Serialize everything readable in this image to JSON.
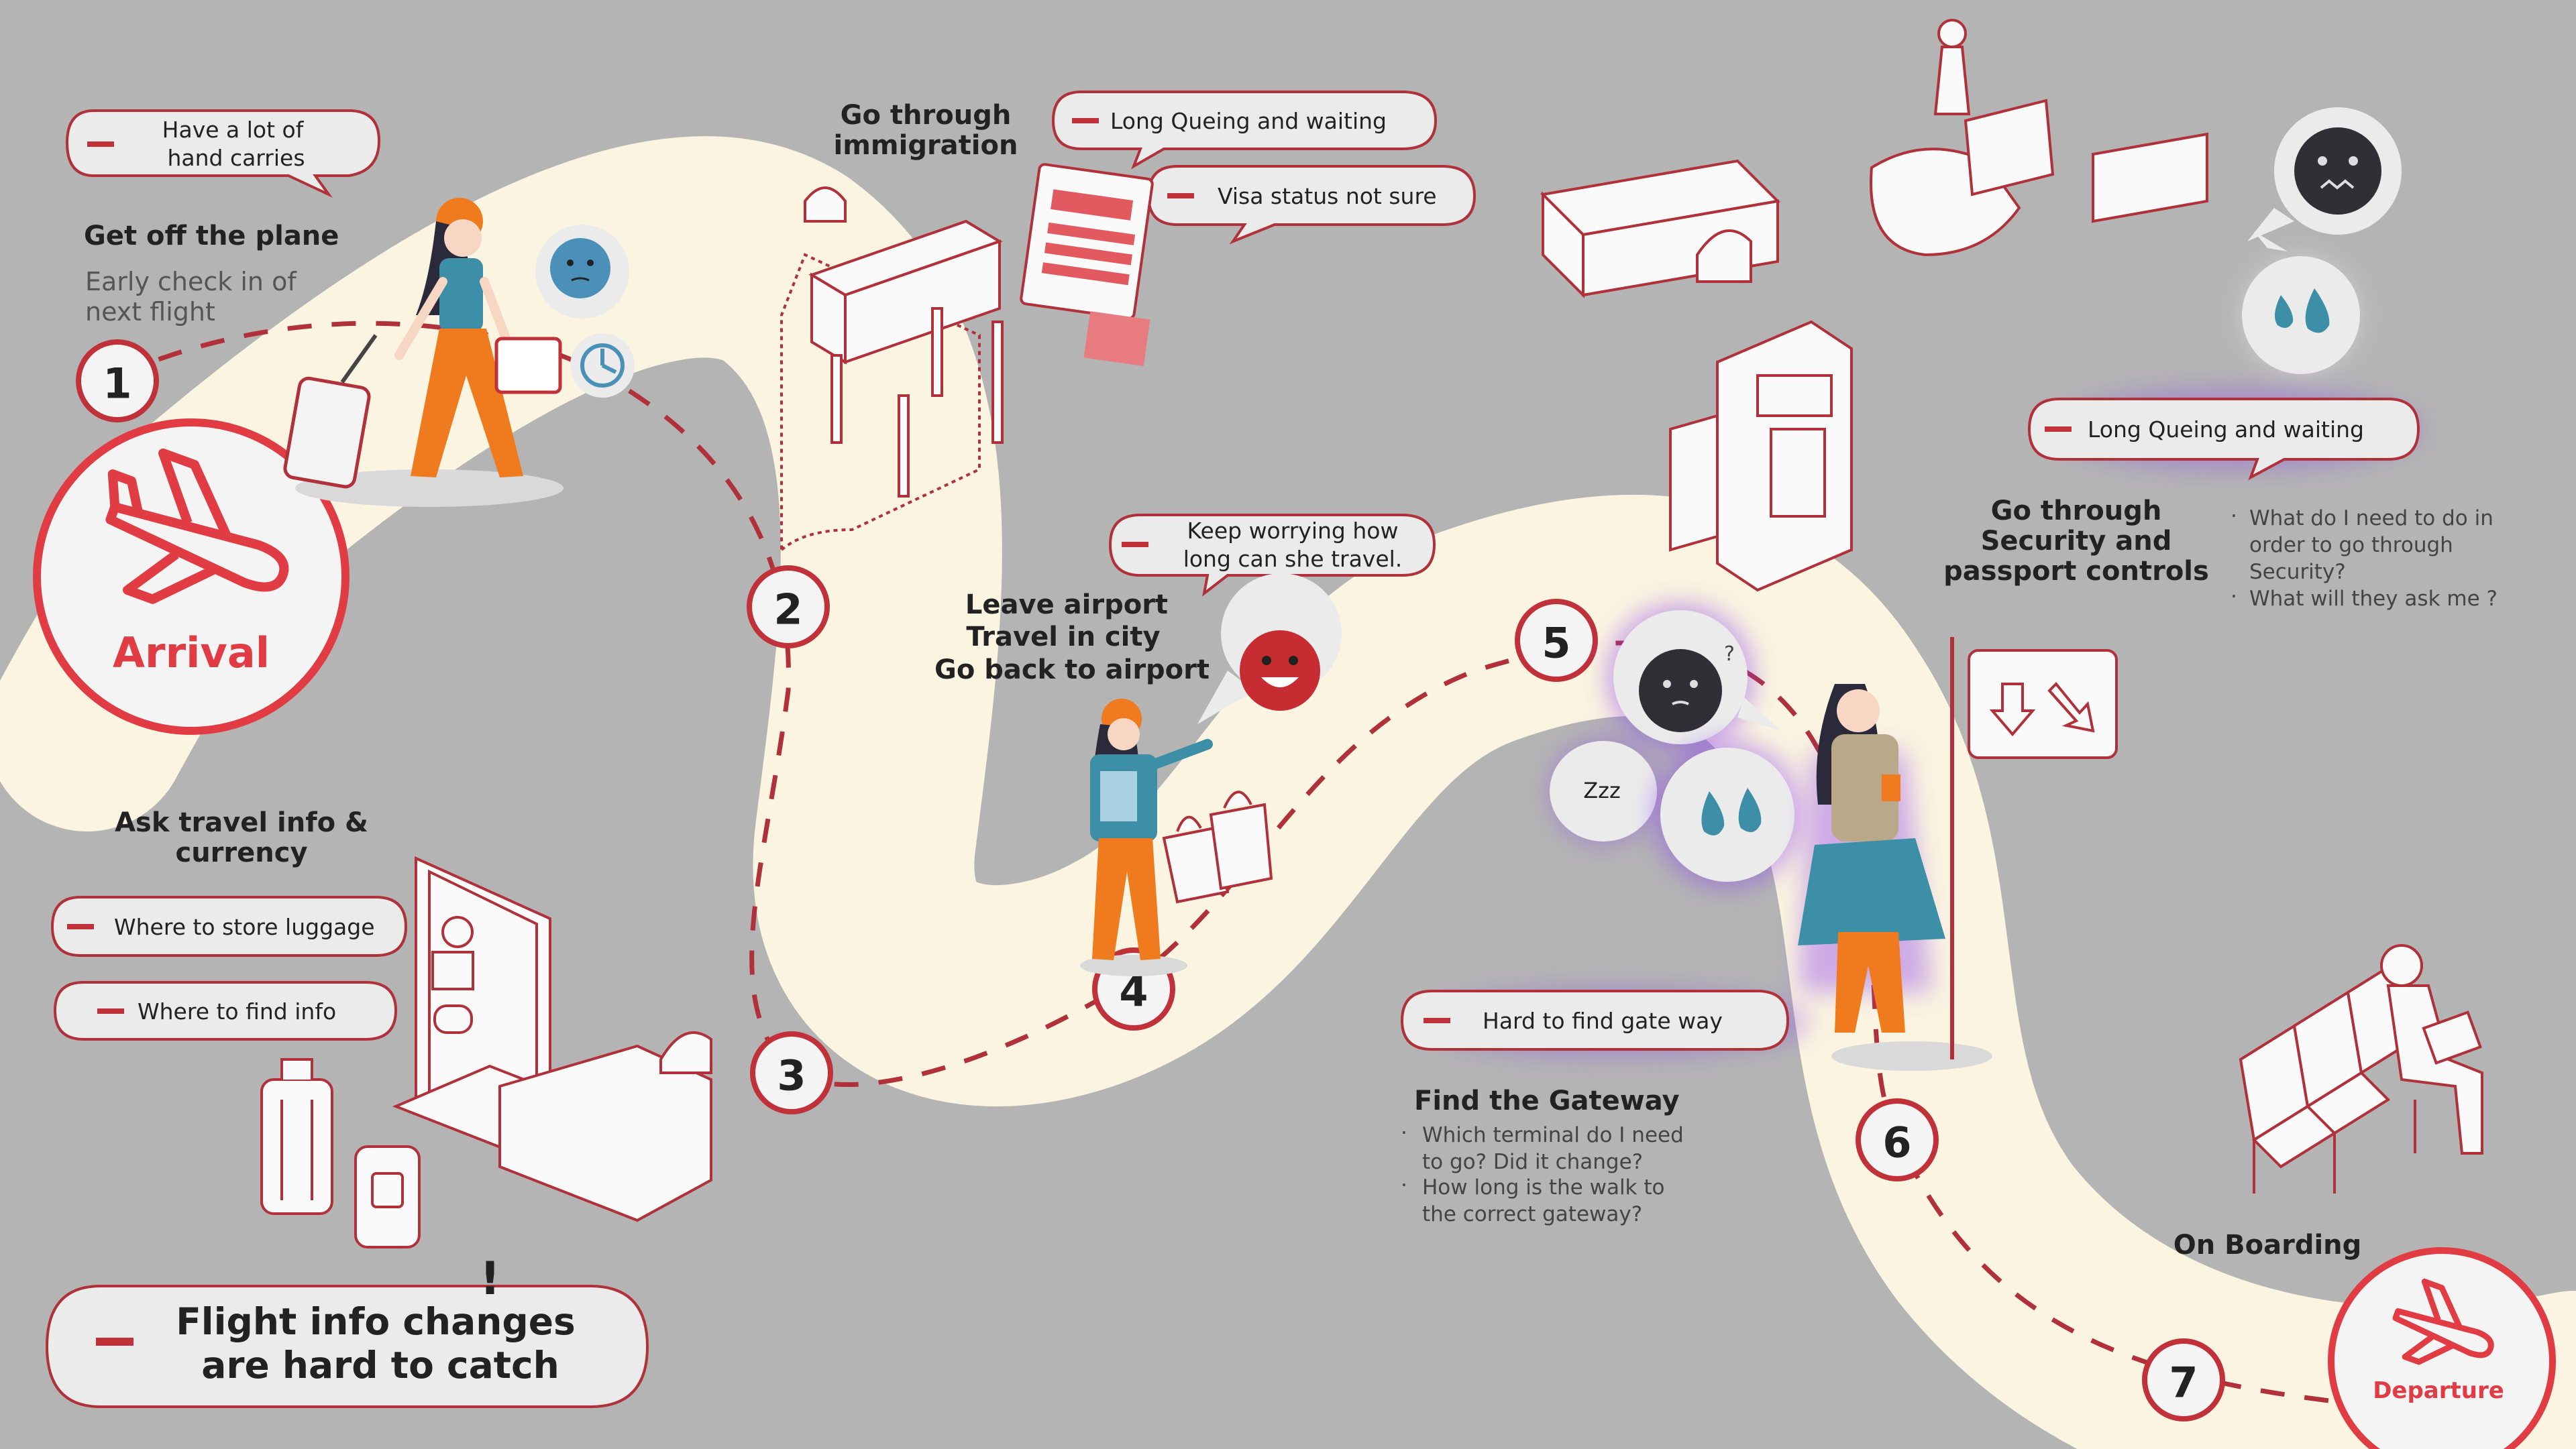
{
  "colors": {
    "background": "#b4b4b4",
    "path": "#fbf4e0",
    "accent": "#c0313a",
    "bubble": "#ebebeb",
    "glow": "#8a3df0",
    "figure_orange": "#f07a1e",
    "figure_teal": "#3d8fa8"
  },
  "arrival": {
    "label": "Arrival"
  },
  "departure": {
    "label": "Departure"
  },
  "steps": [
    "1",
    "2",
    "3",
    "4",
    "5",
    "6",
    "7"
  ],
  "stage1": {
    "title": "Get off the plane",
    "note": [
      "Early check in of",
      "next flight"
    ],
    "pain": [
      "Have a lot of",
      "hand carries"
    ]
  },
  "stage2": {
    "title": [
      "Go through",
      "immigration"
    ],
    "pains": [
      "Long Queing and waiting",
      "Visa status not sure"
    ]
  },
  "stage3": {
    "title": [
      "Ask travel info &",
      "currency"
    ],
    "pains": [
      "Where to store luggage",
      "Where to find info"
    ],
    "alert": [
      "Flight info changes",
      "are hard to catch"
    ],
    "exclaim": "!"
  },
  "stage4": {
    "title": [
      "Leave airport",
      "Travel in city",
      "Go back to airport"
    ],
    "pain": [
      "Keep worrying how",
      "long can she travel."
    ]
  },
  "stage5": {
    "title": [
      "Go through",
      "Security and",
      "passport controls"
    ],
    "pain": "Long Queing and waiting",
    "questions": [
      [
        "What do I need to do in",
        "order to go through",
        "Security?"
      ],
      [
        "What will they ask me ?"
      ]
    ]
  },
  "stage6": {
    "title": "Find the Gateway",
    "pain": "Hard to find gate way",
    "questions": [
      [
        "Which terminal do I need",
        "to go? Did it change?"
      ],
      [
        "How long is the walk to",
        "the correct gateway?"
      ]
    ],
    "zzz": "Zzz",
    "q_mark": "?"
  },
  "stage7": {
    "title": "On Boarding"
  },
  "icons": [
    "airplane-icon",
    "worried-face-icon",
    "sad-face-icon",
    "happy-face-icon",
    "anxious-face-icon",
    "drops-icon",
    "directions-sign-icon",
    "clock-icon",
    "suitcase-icon",
    "shopping-bag-icon",
    "info-kiosk-icon",
    "security-gate-icon",
    "chairs-icon",
    "visa-document-icon"
  ]
}
